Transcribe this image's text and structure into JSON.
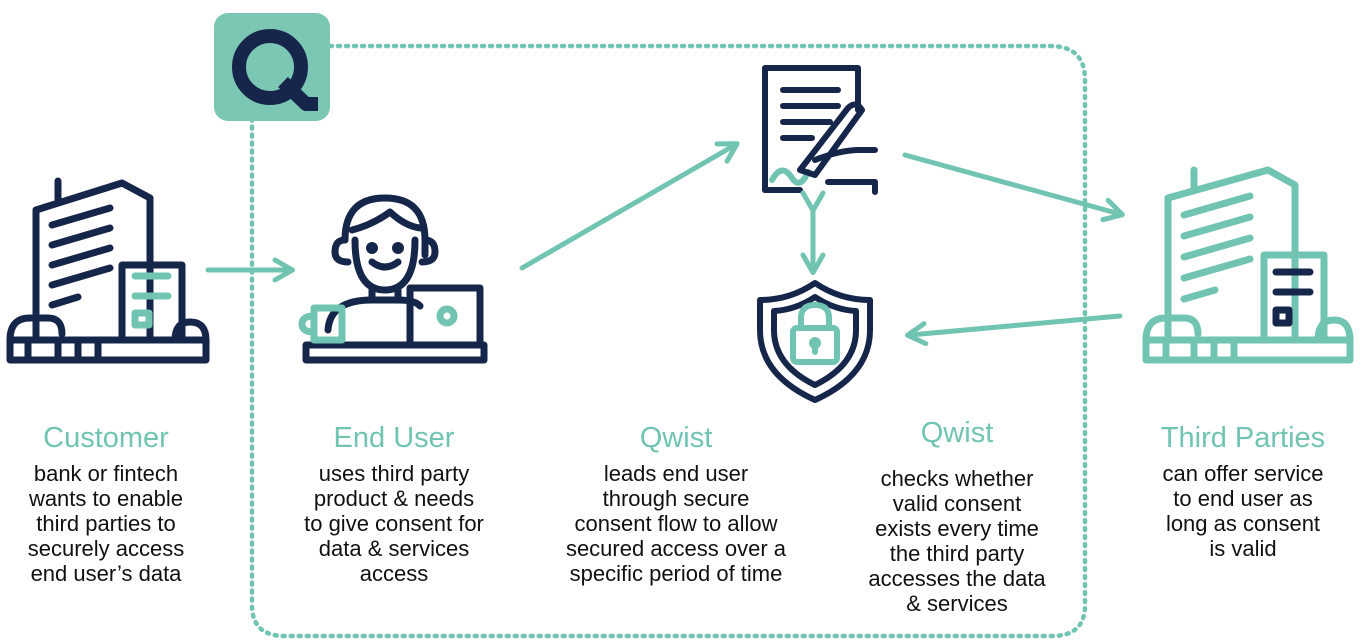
{
  "colors": {
    "navy": "#16264a",
    "teal": "#72c4b2",
    "text": "#111111",
    "logo_bg": "#7cc6b4"
  },
  "icons": [
    "q-logo-icon",
    "customer-building-icon",
    "end-user-laptop-icon",
    "contract-signing-icon",
    "shield-lock-icon",
    "third-party-building-icon"
  ],
  "nodes": {
    "customer": {
      "title": "Customer",
      "desc": [
        "bank or fintech",
        "wants to enable",
        "third parties to",
        "securely access",
        "end user’s data"
      ]
    },
    "end_user": {
      "title": "End User",
      "desc": [
        "uses third party",
        "product & needs",
        "to give consent for",
        "data & services",
        "access"
      ]
    },
    "qwist_flow": {
      "title": "Qwist",
      "desc": [
        "leads end user",
        "through secure",
        "consent flow to allow",
        "secured access over a",
        "specific period of time"
      ]
    },
    "qwist_check": {
      "title": "Qwist",
      "desc": [
        "checks whether",
        "valid consent",
        "exists every time",
        "the third party",
        "accesses the data",
        "& services"
      ]
    },
    "third_parties": {
      "title": "Third Parties",
      "desc": [
        "can offer service",
        "to end user as",
        "long as consent",
        "is valid"
      ]
    }
  }
}
